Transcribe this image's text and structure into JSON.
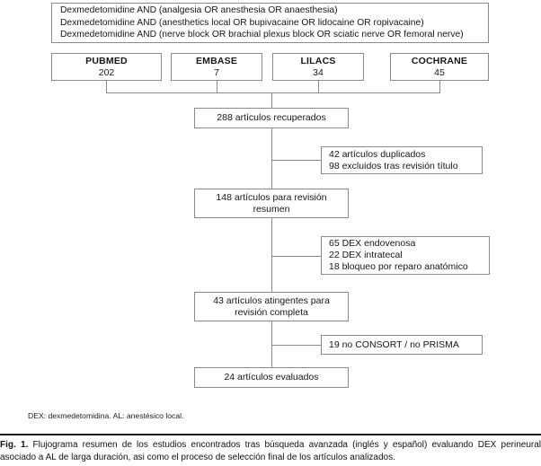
{
  "query": {
    "lines": [
      "Dexmedetomidine AND (analgesia OR anesthesia OR anaesthesia)",
      "Dexmedetomidine AND (anesthetics local OR bupivacaine OR lidocaine OR ropivacaine)",
      "Dexmedetomidine AND (nerve block OR brachial plexus block OR sciatic nerve OR femoral nerve)"
    ]
  },
  "databases": [
    {
      "name": "PUBMED",
      "count": "202"
    },
    {
      "name": "EMBASE",
      "count": "7"
    },
    {
      "name": "LILACS",
      "count": "34"
    },
    {
      "name": "COCHRANE",
      "count": "45"
    }
  ],
  "stages": {
    "retrieved": {
      "lines": [
        "288 artículos recuperados"
      ]
    },
    "abstract": {
      "lines": [
        "148 artículos para revisión",
        "resumen"
      ]
    },
    "fulltext": {
      "lines": [
        "43 artículos atingentes para",
        "revisión completa"
      ]
    },
    "evaluated": {
      "lines": [
        "24 artículos evaluados"
      ]
    }
  },
  "exclusions": {
    "first": {
      "lines": [
        "42 artículos duplicados",
        "98 excluidos tras revisión título"
      ]
    },
    "second": {
      "lines": [
        "65 DEX endovenosa",
        "22 DEX intratecal",
        "18 bloqueo por reparo anatómico"
      ]
    },
    "third": {
      "lines": [
        "19 no CONSORT / no PRISMA"
      ]
    }
  },
  "footnote": "DEX: dexmedetomidina. AL: anestésico local.",
  "caption": {
    "label": "Fig. 1.",
    "text": "Flujograma resumen de los estudios encontrados tras búsqueda avanzada (inglés y español) evaluando DEX perineural asociado a AL de larga duración, asi como el proceso de selección final de los artículos analizados."
  },
  "colors": {
    "border": "#8a8a8a",
    "text": "#161616",
    "rule": "#1a1a1a"
  }
}
